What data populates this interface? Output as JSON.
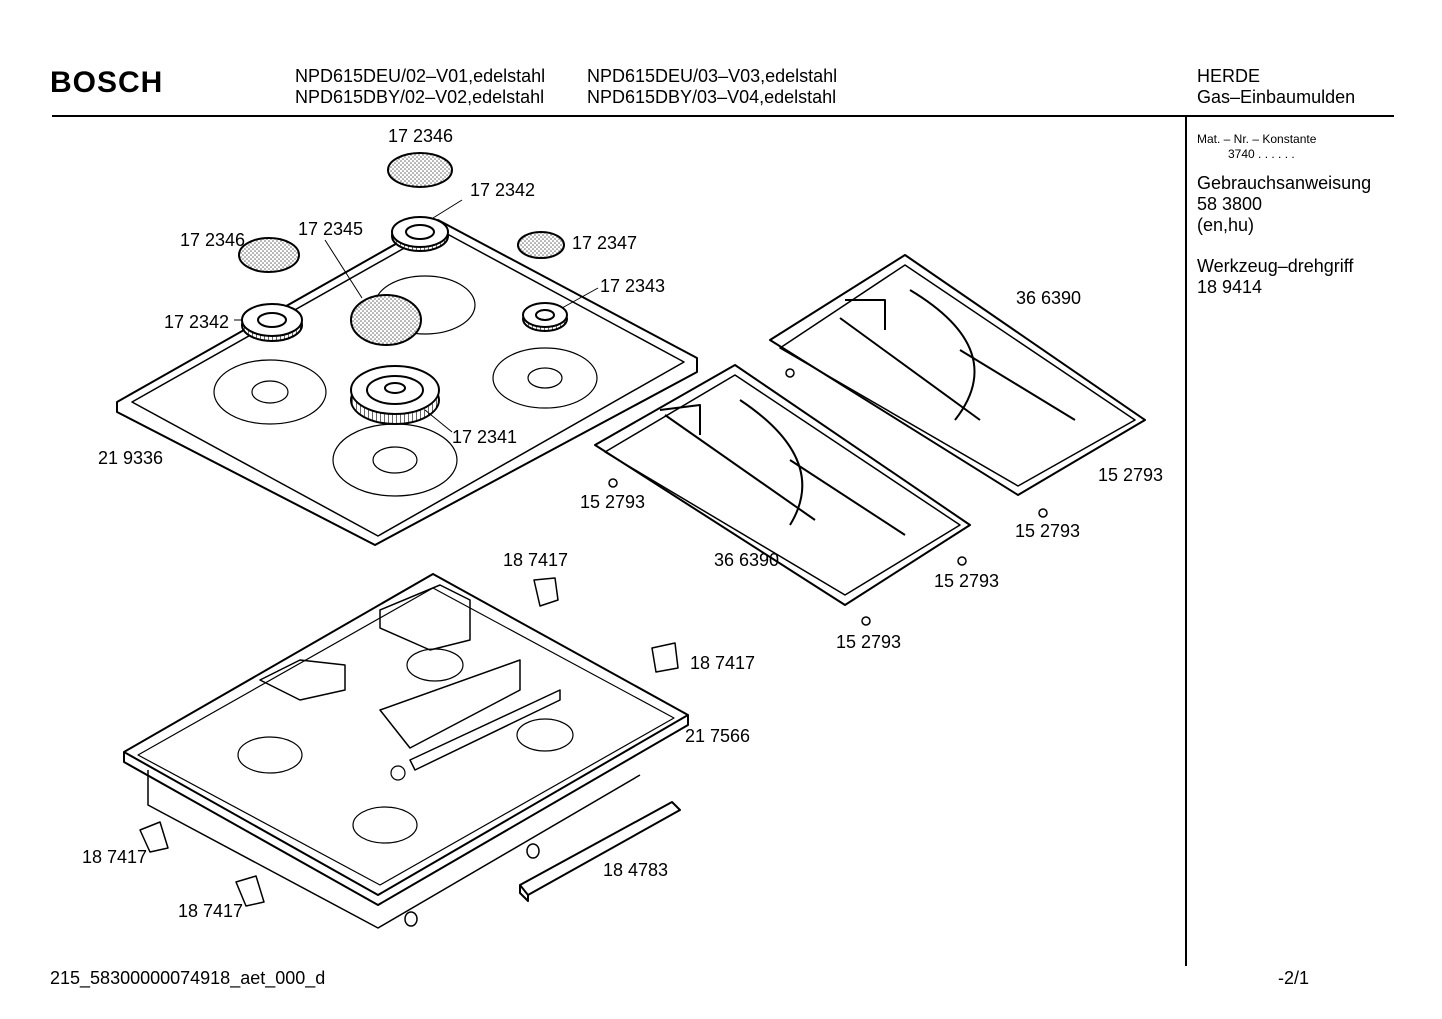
{
  "brand": "BOSCH",
  "header": {
    "models_col1": [
      "NPD615DEU/02–V01,edelstahl",
      "NPD615DBY/02–V02,edelstahl"
    ],
    "models_col2": [
      "NPD615DEU/03–V03,edelstahl",
      "NPD615DBY/03–V04,edelstahl"
    ],
    "category": [
      "HERDE",
      "Gas–Einbaumulden"
    ]
  },
  "sidebar": {
    "mat_nr_label": "Mat. – Nr. – Konstante",
    "mat_nr_value": "3740  .  .     .  .  .  .",
    "manual_title": "Gebrauchsanweisung",
    "manual_number": "58 3800",
    "manual_languages": "(en,hu)",
    "tool_title": "Werkzeug–drehgriff",
    "tool_number": "18 9414"
  },
  "part_labels": {
    "cap_top": "17 2346",
    "burner_top": "17 2342",
    "cap_left": "17 2346",
    "cap_center": "17 2345",
    "cap_right": "17 2347",
    "burner_small": "17 2343",
    "burner_left": "17 2342",
    "burner_wok": "17 2341",
    "hob_top": "21 9336",
    "grate_right": "36 6390",
    "grate_left": "36 6390",
    "foot_1": "15 2793",
    "foot_2": "15 2793",
    "foot_3": "15 2793",
    "foot_4": "15 2793",
    "foot_5": "15 2793",
    "clip_top": "18 7417",
    "clip_right": "18 7417",
    "clip_left1": "18 7417",
    "clip_left2": "18 7417",
    "base_tray": "21 7566",
    "seal_strip": "18 4783"
  },
  "footer": {
    "drawing_id": "215_58300000074918_aet_000_d",
    "page": "-2/1"
  }
}
